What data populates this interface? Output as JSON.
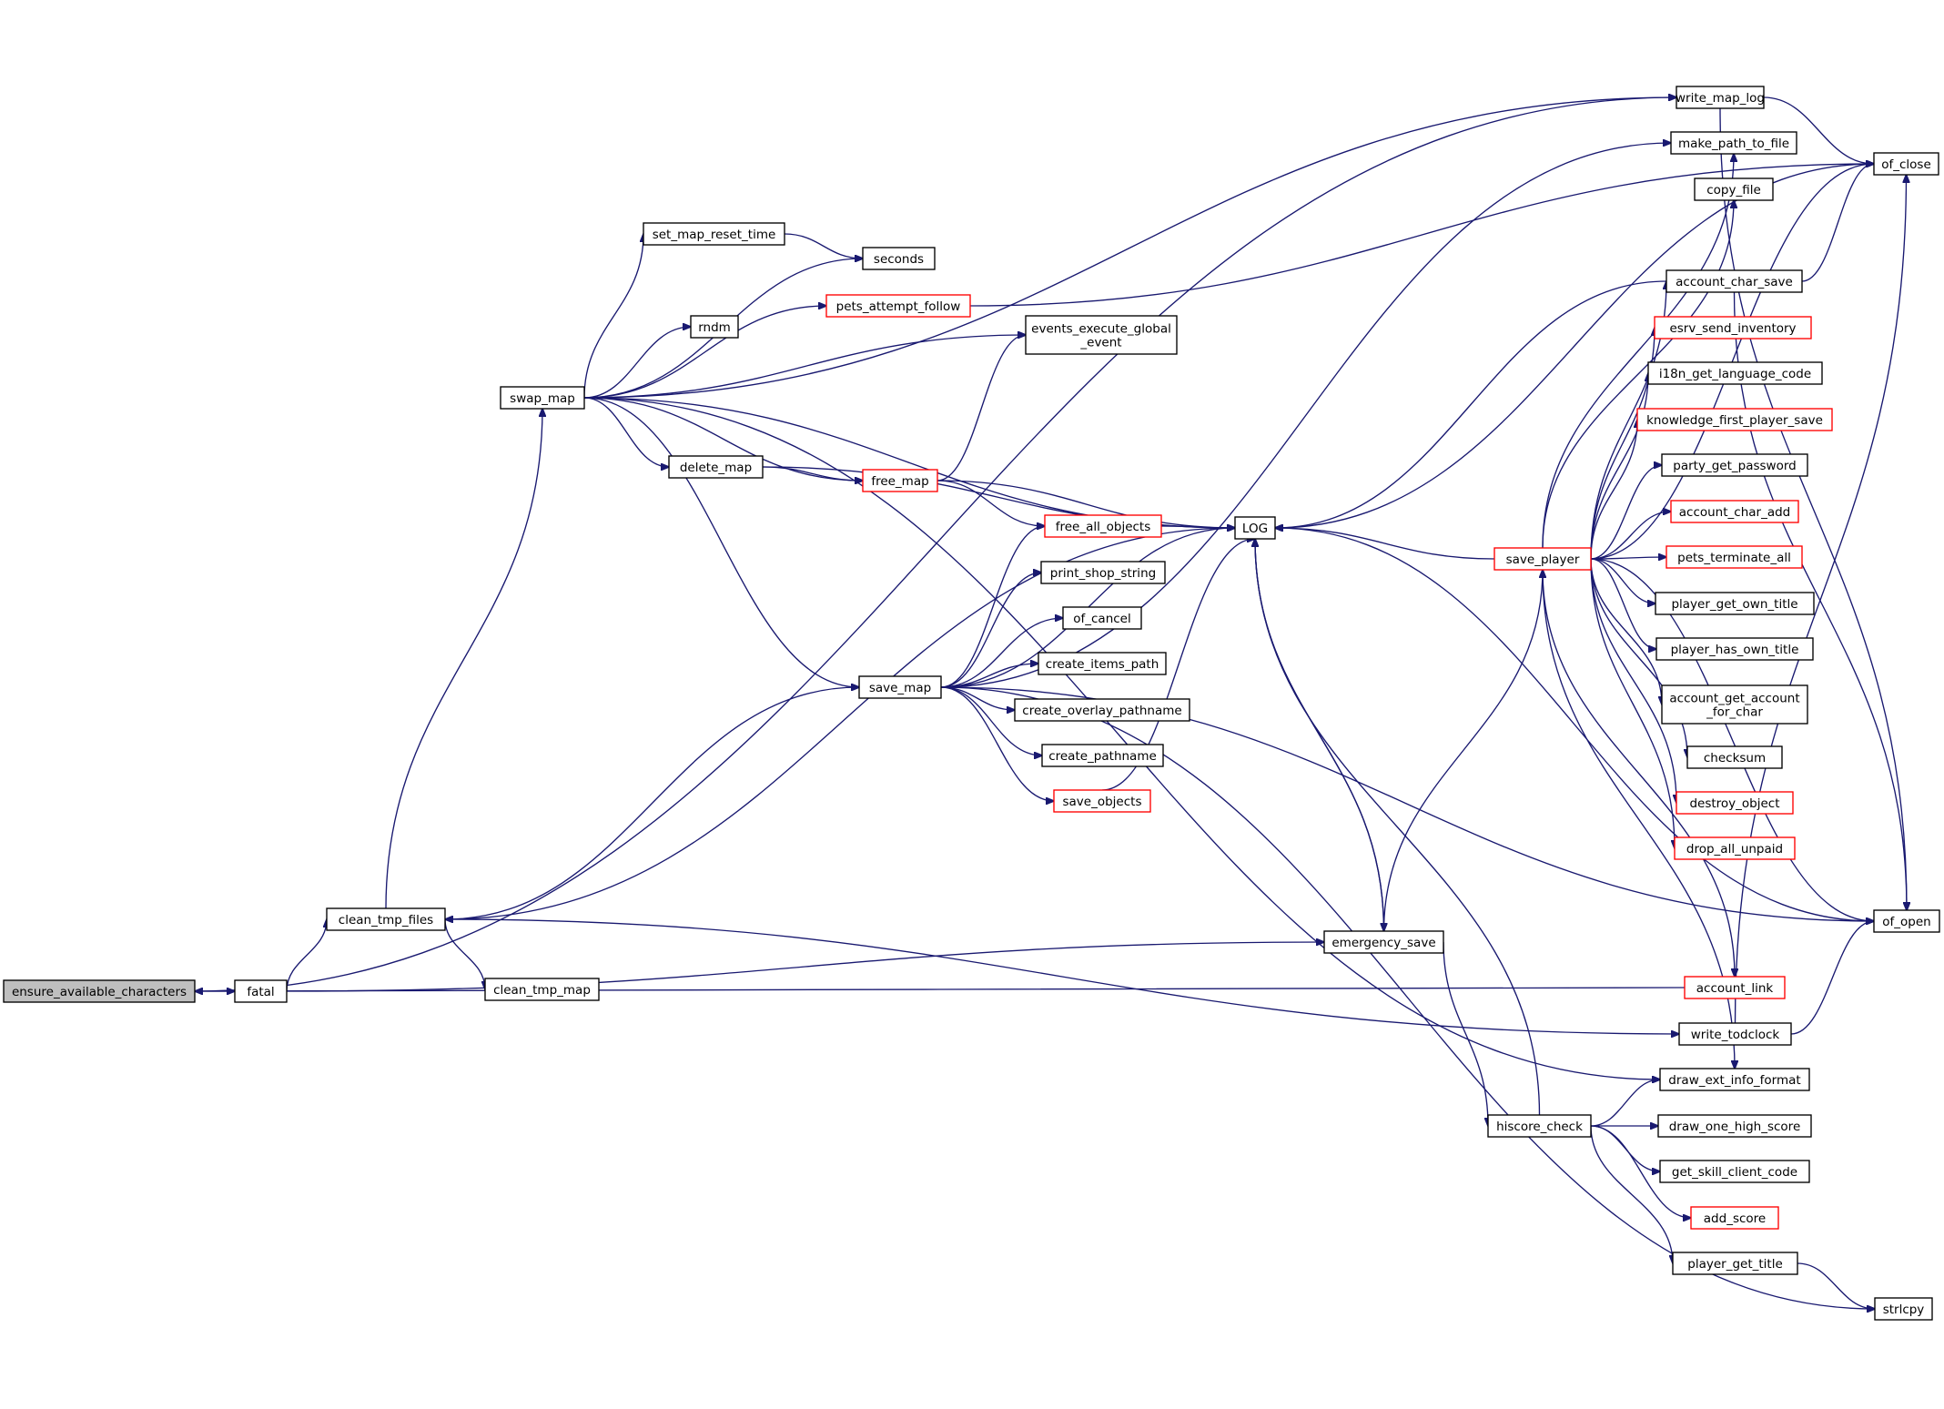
{
  "colors": {
    "edge": "#191970",
    "node_border": "#000000",
    "node_border_red": "#ff0000",
    "root_fill": "#bfbfbf"
  },
  "nodes": {
    "ensure_available_characters": {
      "lines": [
        "ensure_available_characters"
      ],
      "red": false,
      "root": true
    },
    "fatal": {
      "lines": [
        "fatal"
      ],
      "red": false
    },
    "clean_tmp_files": {
      "lines": [
        "clean_tmp_files"
      ],
      "red": false
    },
    "clean_tmp_map": {
      "lines": [
        "clean_tmp_map"
      ],
      "red": false
    },
    "swap_map": {
      "lines": [
        "swap_map"
      ],
      "red": false
    },
    "set_map_reset_time": {
      "lines": [
        "set_map_reset_time"
      ],
      "red": false
    },
    "seconds": {
      "lines": [
        "seconds"
      ],
      "red": false
    },
    "rndm": {
      "lines": [
        "rndm"
      ],
      "red": false
    },
    "pets_attempt_follow": {
      "lines": [
        "pets_attempt_follow"
      ],
      "red": true
    },
    "events_execute_global_event": {
      "lines": [
        "events_execute_global",
        "_event"
      ],
      "red": false
    },
    "delete_map": {
      "lines": [
        "delete_map"
      ],
      "red": false
    },
    "free_map": {
      "lines": [
        "free_map"
      ],
      "red": true
    },
    "free_all_objects": {
      "lines": [
        "free_all_objects"
      ],
      "red": true
    },
    "print_shop_string": {
      "lines": [
        "print_shop_string"
      ],
      "red": false
    },
    "of_cancel": {
      "lines": [
        "of_cancel"
      ],
      "red": false
    },
    "create_items_path": {
      "lines": [
        "create_items_path"
      ],
      "red": false
    },
    "create_overlay_pathname": {
      "lines": [
        "create_overlay_pathname"
      ],
      "red": false
    },
    "create_pathname": {
      "lines": [
        "create_pathname"
      ],
      "red": false
    },
    "save_objects": {
      "lines": [
        "save_objects"
      ],
      "red": true
    },
    "save_map": {
      "lines": [
        "save_map"
      ],
      "red": false
    },
    "LOG": {
      "lines": [
        "LOG"
      ],
      "red": false
    },
    "emergency_save": {
      "lines": [
        "emergency_save"
      ],
      "red": false
    },
    "hiscore_check": {
      "lines": [
        "hiscore_check"
      ],
      "red": false
    },
    "save_player": {
      "lines": [
        "save_player"
      ],
      "red": true
    },
    "write_map_log": {
      "lines": [
        "write_map_log"
      ],
      "red": false
    },
    "make_path_to_file": {
      "lines": [
        "make_path_to_file"
      ],
      "red": false
    },
    "copy_file": {
      "lines": [
        "copy_file"
      ],
      "red": false
    },
    "account_char_save": {
      "lines": [
        "account_char_save"
      ],
      "red": false
    },
    "esrv_send_inventory": {
      "lines": [
        "esrv_send_inventory"
      ],
      "red": true
    },
    "i18n_get_language_code": {
      "lines": [
        "i18n_get_language_code"
      ],
      "red": false
    },
    "knowledge_first_player_save": {
      "lines": [
        "knowledge_first_player_save"
      ],
      "red": true
    },
    "party_get_password": {
      "lines": [
        "party_get_password"
      ],
      "red": false
    },
    "account_char_add": {
      "lines": [
        "account_char_add"
      ],
      "red": true
    },
    "pets_terminate_all": {
      "lines": [
        "pets_terminate_all"
      ],
      "red": true
    },
    "player_get_own_title": {
      "lines": [
        "player_get_own_title"
      ],
      "red": false
    },
    "player_has_own_title": {
      "lines": [
        "player_has_own_title"
      ],
      "red": false
    },
    "account_get_account_for_char": {
      "lines": [
        "account_get_account",
        "_for_char"
      ],
      "red": false
    },
    "checksum": {
      "lines": [
        "checksum"
      ],
      "red": false
    },
    "destroy_object": {
      "lines": [
        "destroy_object"
      ],
      "red": true
    },
    "drop_all_unpaid": {
      "lines": [
        "drop_all_unpaid"
      ],
      "red": true
    },
    "account_link": {
      "lines": [
        "account_link"
      ],
      "red": true
    },
    "write_todclock": {
      "lines": [
        "write_todclock"
      ],
      "red": false
    },
    "draw_ext_info_format": {
      "lines": [
        "draw_ext_info_format"
      ],
      "red": false
    },
    "draw_one_high_score": {
      "lines": [
        "draw_one_high_score"
      ],
      "red": false
    },
    "get_skill_client_code": {
      "lines": [
        "get_skill_client_code"
      ],
      "red": false
    },
    "add_score": {
      "lines": [
        "add_score"
      ],
      "red": true
    },
    "player_get_title": {
      "lines": [
        "player_get_title"
      ],
      "red": false
    },
    "strlcpy": {
      "lines": [
        "strlcpy"
      ],
      "red": false
    },
    "of_close": {
      "lines": [
        "of_close"
      ],
      "red": false
    },
    "of_open": {
      "lines": [
        "of_open"
      ],
      "red": false
    }
  },
  "edges": [
    [
      "ensure_available_characters",
      "fatal"
    ],
    [
      "ensure_available_characters",
      "write_map_log"
    ],
    [
      "fatal",
      "clean_tmp_files"
    ],
    [
      "fatal",
      "emergency_save"
    ],
    [
      "clean_tmp_files",
      "clean_tmp_map"
    ],
    [
      "clean_tmp_files",
      "swap_map"
    ],
    [
      "clean_tmp_files",
      "save_map"
    ],
    [
      "clean_tmp_files",
      "write_todclock"
    ],
    [
      "swap_map",
      "set_map_reset_time"
    ],
    [
      "swap_map",
      "seconds"
    ],
    [
      "swap_map",
      "rndm"
    ],
    [
      "swap_map",
      "pets_attempt_follow"
    ],
    [
      "swap_map",
      "events_execute_global_event"
    ],
    [
      "swap_map",
      "delete_map"
    ],
    [
      "swap_map",
      "free_map"
    ],
    [
      "swap_map",
      "save_map"
    ],
    [
      "swap_map",
      "LOG"
    ],
    [
      "swap_map",
      "write_map_log"
    ],
    [
      "swap_map",
      "draw_ext_info_format"
    ],
    [
      "set_map_reset_time",
      "seconds"
    ],
    [
      "pets_attempt_follow",
      "of_close"
    ],
    [
      "delete_map",
      "free_map"
    ],
    [
      "delete_map",
      "LOG"
    ],
    [
      "free_map",
      "free_all_objects"
    ],
    [
      "free_map",
      "LOG"
    ],
    [
      "free_map",
      "events_execute_global_event"
    ],
    [
      "free_all_objects",
      "LOG"
    ],
    [
      "save_map",
      "free_all_objects"
    ],
    [
      "save_map",
      "print_shop_string"
    ],
    [
      "save_map",
      "of_cancel"
    ],
    [
      "save_map",
      "create_items_path"
    ],
    [
      "save_map",
      "create_overlay_pathname"
    ],
    [
      "save_map",
      "create_pathname"
    ],
    [
      "save_map",
      "save_objects"
    ],
    [
      "save_map",
      "LOG"
    ],
    [
      "save_map",
      "make_path_to_file"
    ],
    [
      "save_map",
      "of_open"
    ],
    [
      "save_map",
      "strlcpy"
    ],
    [
      "save_objects",
      "LOG"
    ],
    [
      "LOG",
      "clean_tmp_files"
    ],
    [
      "LOG",
      "emergency_save"
    ],
    [
      "emergency_save",
      "LOG"
    ],
    [
      "emergency_save",
      "save_player"
    ],
    [
      "emergency_save",
      "hiscore_check"
    ],
    [
      "hiscore_check",
      "LOG"
    ],
    [
      "hiscore_check",
      "draw_ext_info_format"
    ],
    [
      "hiscore_check",
      "draw_one_high_score"
    ],
    [
      "hiscore_check",
      "get_skill_client_code"
    ],
    [
      "hiscore_check",
      "add_score"
    ],
    [
      "hiscore_check",
      "player_get_title"
    ],
    [
      "player_get_title",
      "strlcpy"
    ],
    [
      "save_player",
      "LOG"
    ],
    [
      "save_player",
      "make_path_to_file"
    ],
    [
      "save_player",
      "copy_file"
    ],
    [
      "save_player",
      "account_char_save"
    ],
    [
      "save_player",
      "esrv_send_inventory"
    ],
    [
      "save_player",
      "i18n_get_language_code"
    ],
    [
      "save_player",
      "knowledge_first_player_save"
    ],
    [
      "save_player",
      "party_get_password"
    ],
    [
      "save_player",
      "account_char_add"
    ],
    [
      "save_player",
      "pets_terminate_all"
    ],
    [
      "save_player",
      "player_get_own_title"
    ],
    [
      "save_player",
      "player_has_own_title"
    ],
    [
      "save_player",
      "account_get_account_for_char"
    ],
    [
      "save_player",
      "checksum"
    ],
    [
      "save_player",
      "destroy_object"
    ],
    [
      "save_player",
      "drop_all_unpaid"
    ],
    [
      "save_player",
      "account_link"
    ],
    [
      "save_player",
      "draw_ext_info_format"
    ],
    [
      "save_player",
      "of_close"
    ],
    [
      "save_player",
      "of_open"
    ],
    [
      "write_map_log",
      "of_close"
    ],
    [
      "write_map_log",
      "of_open"
    ],
    [
      "account_char_save",
      "of_close"
    ],
    [
      "account_char_save",
      "of_open"
    ],
    [
      "account_char_save",
      "LOG"
    ],
    [
      "write_todclock",
      "of_close"
    ],
    [
      "write_todclock",
      "of_open"
    ],
    [
      "account_link",
      "ensure_available_characters"
    ],
    [
      "of_open",
      "LOG"
    ],
    [
      "of_close",
      "LOG"
    ]
  ]
}
